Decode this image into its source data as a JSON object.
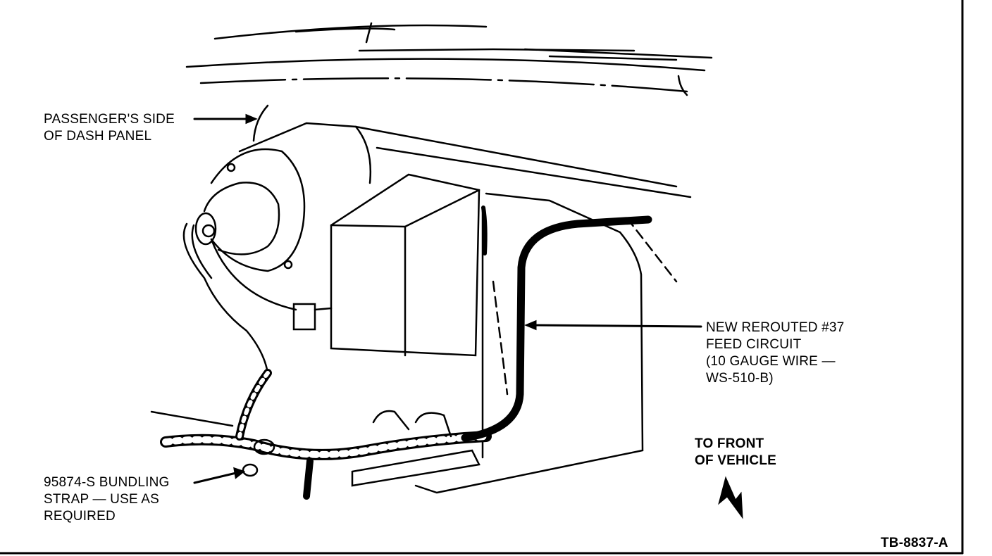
{
  "labels": {
    "dash_panel": [
      "PASSENGER'S SIDE",
      "OF DASH PANEL"
    ],
    "feed_circuit": [
      "NEW REROUTED #37",
      "FEED CIRCUIT",
      "(10 GAUGE WIRE —",
      "WS-510-B)"
    ],
    "front": [
      "TO FRONT",
      "OF VEHICLE"
    ],
    "strap": [
      "95874-S BUNDLING",
      "STRAP — USE AS",
      "REQUIRED"
    ],
    "figure_id": "TB-8837-A"
  }
}
